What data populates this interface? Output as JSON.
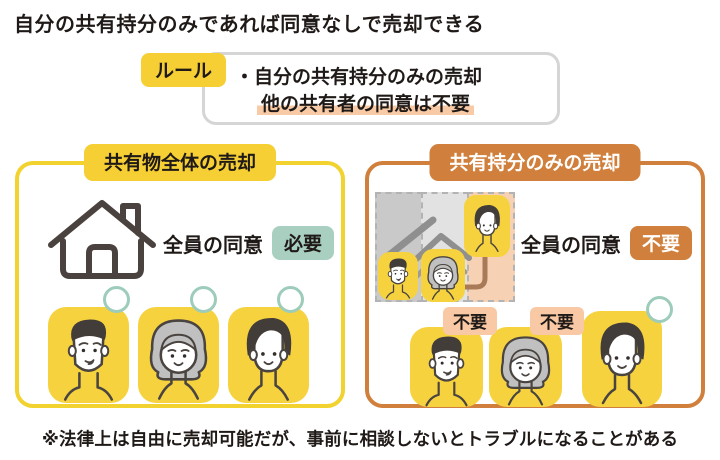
{
  "title": "自分の共有持分のみであれば同意なしで売却できる",
  "rule_box": {
    "badge": "ルール",
    "bullet_line": "・自分の共有持分のみの売却",
    "highlighted_line": "他の共有者の同意は不要"
  },
  "left_panel": {
    "header": "共有物全体の売却",
    "consent_label": "全員の同意",
    "consent_badge": "必要"
  },
  "right_panel": {
    "header": "共有持分のみの売却",
    "consent_label": "全員の同意",
    "consent_badge": "不要",
    "member_badges": [
      "不要",
      "不要"
    ]
  },
  "footnote": "※法律上は自由に売却可能だが、事前に相談しないとトラブルになることがある",
  "colors": {
    "yellow": "#f6cf35",
    "yellow_border": "#f2d22e",
    "orange": "#d0803c",
    "teal_badge": "#a9cfc0",
    "teal_ring": "#9dccba",
    "peach_highlight": "#f8cba6",
    "peach_badge": "#f8c9a4",
    "rule_box_border": "#d5d5d5"
  }
}
